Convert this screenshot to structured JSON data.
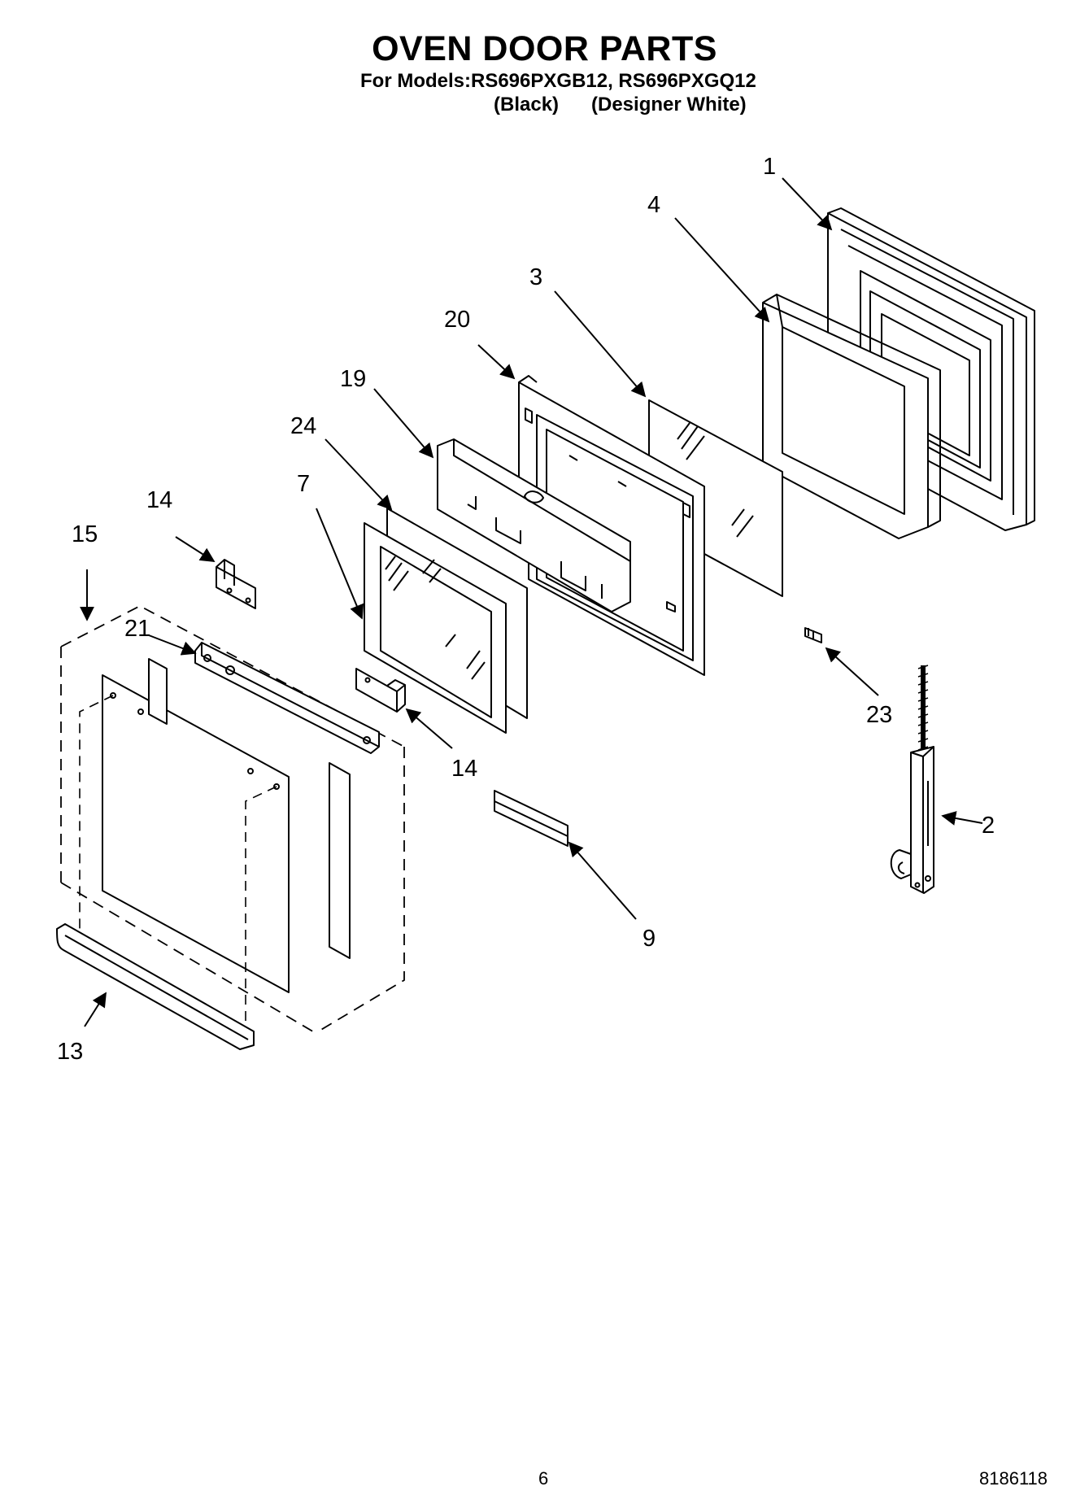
{
  "header": {
    "title": "OVEN DOOR PARTS",
    "models_line": "For Models:RS696PXGB12, RS696PXGQ12",
    "variant_black": "(Black)",
    "variant_white": "(Designer White)"
  },
  "callouts": {
    "c1": "1",
    "c2": "2",
    "c3": "3",
    "c4": "4",
    "c7": "7",
    "c9": "9",
    "c13": "13",
    "c14a": "14",
    "c14b": "14",
    "c15": "15",
    "c19": "19",
    "c20": "20",
    "c21": "21",
    "c23": "23",
    "c24": "24"
  },
  "footer": {
    "page_number": "6",
    "doc_number": "8186118"
  }
}
